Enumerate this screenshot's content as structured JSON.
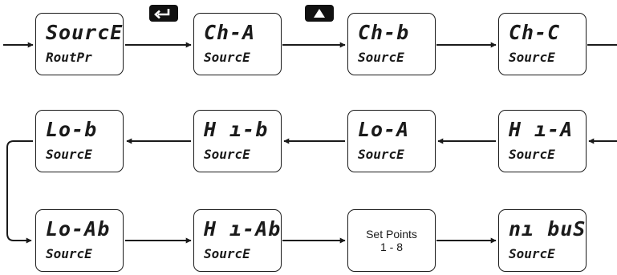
{
  "keys": {
    "enter": {
      "icon": "enter-key-icon"
    },
    "up": {
      "icon": "up-key-icon"
    }
  },
  "boxes": [
    {
      "id": "source-routpr",
      "line1": "SourcE",
      "line2": "RoutPr"
    },
    {
      "id": "ch-a-source",
      "line1": "Ch-A",
      "line2": "SourcE"
    },
    {
      "id": "ch-b-source",
      "line1": "Ch-b",
      "line2": "SourcE"
    },
    {
      "id": "ch-c-source",
      "line1": "Ch-C",
      "line2": "SourcE"
    },
    {
      "id": "lo-b-source",
      "line1": "Lo-b",
      "line2": "SourcE"
    },
    {
      "id": "hi-b-source",
      "line1": "H ı-b",
      "line2": "SourcE"
    },
    {
      "id": "lo-a-source",
      "line1": "Lo-A",
      "line2": "SourcE"
    },
    {
      "id": "hi-a-source",
      "line1": "H ı-A",
      "line2": "SourcE"
    },
    {
      "id": "lo-ab-source",
      "line1": "Lo-Ab",
      "line2": "SourcE"
    },
    {
      "id": "hi-ab-source",
      "line1": "H ı-Ab",
      "line2": "SourcE"
    },
    {
      "id": "set-points",
      "text1": "Set Points",
      "text2": "1 - 8"
    },
    {
      "id": "modbus-source",
      "line1": "nı buS",
      "line2": "SourcE"
    }
  ],
  "colors": {
    "line": "#1a1a1a",
    "key": "#111111"
  }
}
